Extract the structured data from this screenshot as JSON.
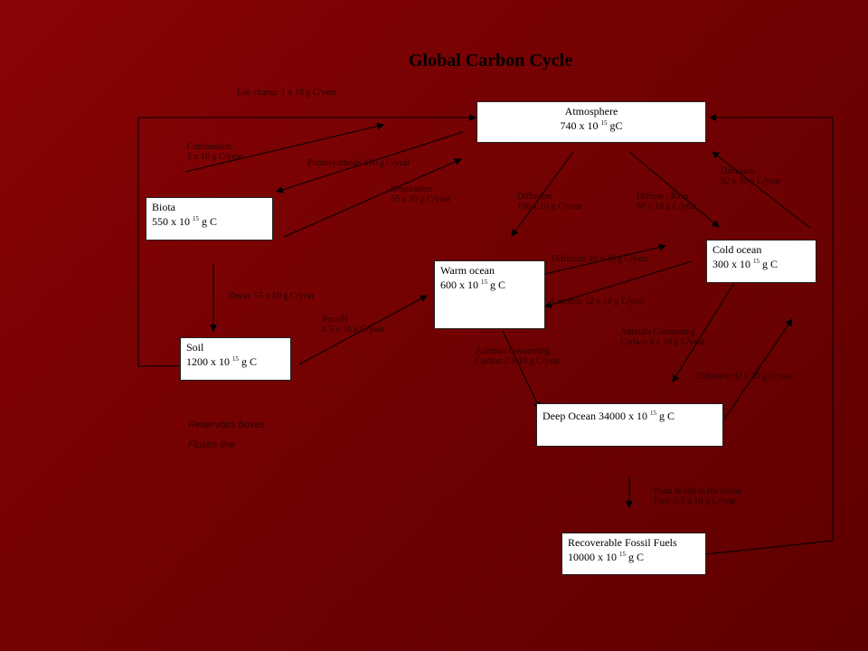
{
  "title": "Global Carbon Cycle",
  "reservoirs": {
    "atmosphere": {
      "line1": "Atmosphere",
      "line2_pre": "740 x 10",
      "exp": "15",
      "line2_post": "gC"
    },
    "biota": {
      "line1": "Biota",
      "line2_pre": "550 x 10",
      "exp": "15",
      "line2_post": "g C"
    },
    "soil": {
      "line1": "Soil",
      "line2_pre": "1200 x 10",
      "exp": "15",
      "line2_post": "g C"
    },
    "warm_ocean": {
      "line1": "Warm ocean",
      "line2_pre": "600 x 10",
      "exp": "15",
      "line2_post": "g C"
    },
    "cold_ocean": {
      "line1": "Cold ocean",
      "line2_pre": "300 x 10",
      "exp": "15",
      "line2_post": "g C"
    },
    "deep_ocean": {
      "line1_pre": "Deep Ocean 34000 x 10",
      "exp": "15",
      "line1_post": "g C"
    },
    "fossil": {
      "line1": "Recoverable Fossil Fuels",
      "line2_pre": "10000 x 10",
      "exp": "15",
      "line2_post": "g C"
    }
  },
  "fluxes": {
    "land_use": "Use change 1 x 10  g C/year",
    "combustion_1": "Combustion",
    "combustion_2": "5 x 10  g C/year",
    "photosynthesis": "Photosynthesis 110 g C/year",
    "respiration_1": "Respiration",
    "respiration_2": "55 x 10  g C/year",
    "diffusion_warm_1": "Diffusion",
    "diffusion_warm_2": "100 x 10  g C/year",
    "diffuse_rain_1": "Diffuse / Rain",
    "diffuse_rain_2": "88 x 10  g C/year",
    "diffusion_cold_1": "Diffusion",
    "diffusion_cold_2": "92 x 10  g C/year",
    "diffusion_wc": "Diffusion 40 x 10  g C/year",
    "currents": "Currents 12 x 10  g C/year",
    "decay": "Decay 55 x 10  g C/year",
    "runoff_1": "Runoff",
    "runoff_2": "0.5 x 10  g C/year",
    "animals_cold_1": "Animals Consuming",
    "animals_cold_2": "Carbon 4 x 10  g C/year",
    "animals_warm_1": "Animals Consuming",
    "animals_warm_2": "Carbon 2 x 10  g C/year",
    "diffusion_deep": "Diffusion 92 x 10  g C/year",
    "plant_fall_1": "Plant & fall to the ocean",
    "plant_fall_2": "floor 0.5 x 10  g C/year"
  },
  "legend": {
    "reservoirs": "Reservoirs boxes",
    "fluxes": "Fluxes line"
  }
}
